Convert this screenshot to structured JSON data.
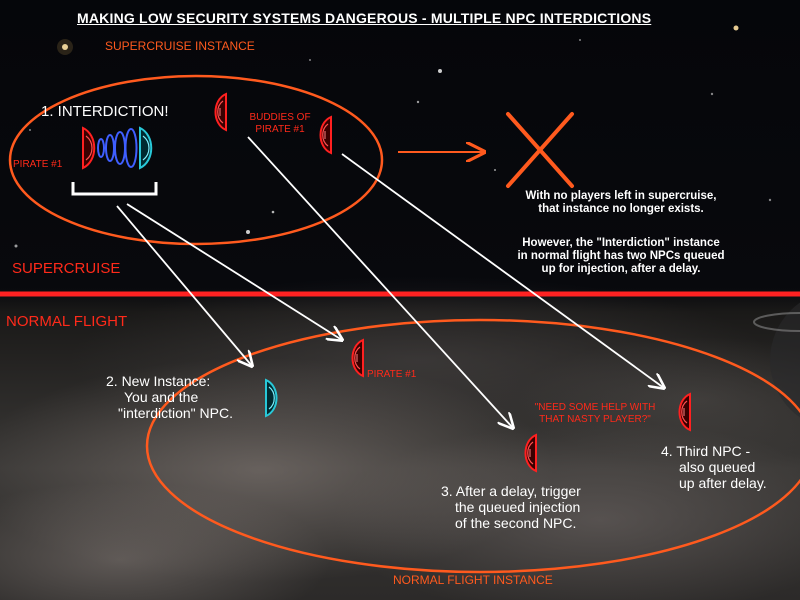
{
  "title": "MAKING LOW SECURITY SYSTEMS DANGEROUS - MULTIPLE NPC INTERDICTIONS",
  "labels": {
    "supercruise_instance": "SUPERCRUISE INSTANCE",
    "supercruise": "SUPERCRUISE",
    "normal_flight": "NORMAL FLIGHT",
    "normal_flight_instance": "NORMAL FLIGHT INSTANCE",
    "interdiction_step": "1. INTERDICTION!",
    "pirate_1": "PIRATE #1",
    "buddies_line1": "BUDDIES OF",
    "buddies_line2": "PIRATE #1",
    "pirate_1_normal": "PIRATE #1",
    "step2_line1": "2. New Instance:",
    "step2_line2": "You and the",
    "step2_line3": "\"interdiction\" NPC.",
    "quote_line1": "\"NEED SOME HELP WITH",
    "quote_line2": "THAT NASTY PLAYER?\"",
    "step3_line1": "3. After a delay, trigger",
    "step3_line2": "the queued injection",
    "step3_line3": "of the second NPC.",
    "step4_line1": "4. Third NPC -",
    "step4_line2": "also queued",
    "step4_line3": "up after delay.",
    "note1_line1": "With no players left in supercruise,",
    "note1_line2": "that instance no longer exists.",
    "note2_line1": "However, the \"Interdiction\" instance",
    "note2_line2": "in normal flight has two NPCs queued",
    "note2_line3": "up for injection, after a delay."
  },
  "colors": {
    "orange": "#ff5a1e",
    "red": "#ff2a1a",
    "divider": "#ff2222",
    "ship_red": "#ff2020",
    "ship_cyan": "#28c8d8",
    "wave_blue": "#3f5fff",
    "arrow": "#ffffff"
  },
  "icons": [
    "ship-red-icon",
    "ship-cyan-icon",
    "interdiction-wave-icon",
    "cross-icon",
    "bracket-icon",
    "arrow-icon"
  ]
}
